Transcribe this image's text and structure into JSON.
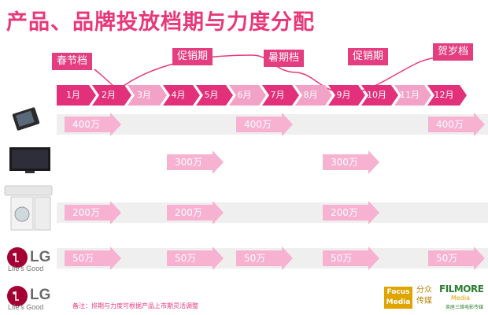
{
  "title": "产品、品牌投放档期与力度分配",
  "seasons": [
    "春节档",
    "促销期",
    "暑期档",
    "促销期",
    "贺岁档"
  ],
  "months": [
    "1月",
    "2月",
    "3月",
    "4月",
    "5月",
    "6月",
    "7月",
    "8月",
    "9月",
    "10月",
    "11月",
    "12月"
  ],
  "rows": [
    {
      "product": "phone-icon",
      "budgets": [
        "400万",
        "400万",
        "400万"
      ]
    },
    {
      "product": "tv-icon",
      "budgets": [
        "300万",
        "300万"
      ]
    },
    {
      "product": "appliance-icon",
      "budgets": [
        "200万",
        "200万",
        "200万"
      ]
    },
    {
      "product": "lg-logo",
      "budgets": [
        "50万",
        "50万",
        "50万",
        "50万",
        "50万"
      ]
    }
  ],
  "brand": {
    "name": "LG",
    "tagline": "Life's Good"
  },
  "note": "备注：排期与力度可根据产品上市期灵活调整",
  "logos": {
    "focus_line1": "Focus",
    "focus_line2": "Media",
    "fenzhong_line1": "分众",
    "fenzhong_line2": "传媒",
    "filmore": "FILMORE",
    "filmore_sub": "Media",
    "filmore_cn": "卖座三维电影传媒"
  },
  "colors": {
    "accent": "#e8387a",
    "month_dark": "#e3307b",
    "month_light": "#f3a2c7",
    "budget": "#f7b1d1"
  }
}
